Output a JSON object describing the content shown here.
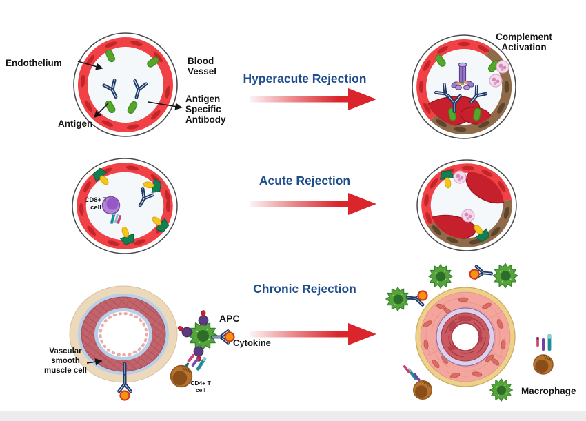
{
  "diagram": {
    "background": "#ffffff",
    "footer_color": "#ececec",
    "heading_color": "#1d4d8d",
    "arrow_color": "#d9252b",
    "rows": [
      {
        "id": "hyperacute",
        "heading": "Hyperacute Rejection"
      },
      {
        "id": "acute",
        "heading": "Acute Rejection"
      },
      {
        "id": "chronic",
        "heading": "Chronic Rejection"
      }
    ],
    "labels": {
      "endothelium": "Endothelium",
      "blood_vessel": "Blood Vessel",
      "antigen": "Antigen",
      "antigen_specific_antibody": "Antigen Specific Antibody",
      "complement_activation": "Complement Activation",
      "cd8_t_cell": "CD8+ T cell",
      "apc": "APC",
      "cytokine": "Cytokine",
      "vascular_smooth_muscle_cell": "Vascular smooth muscle cell",
      "cd4_t_cell": "CD4+ T cell",
      "macrophage": "Macrophage"
    },
    "legend_colors": {
      "endothelium_red": "#ef4146",
      "damaged_endothelium_brown": "#8f6b4a",
      "antigen_green": "#55a62b",
      "antibody_navy": "#1f3a68",
      "mhc_green": "#117e53",
      "peptide_yellow": "#f6c51a",
      "t_cell_purple": "#b183d4",
      "neutrophil_pink": "#f6d9ea",
      "clot_red": "#c5202b",
      "mac_complex_purple": "#9b7cc6",
      "macrophage_green": "#57a33b",
      "cd4_t_cell_brown": "#b5732f",
      "cytokine_orange": "#f5940f",
      "smooth_muscle_mauve": "#c2646c",
      "intima_maroon": "#ca5a61"
    }
  }
}
